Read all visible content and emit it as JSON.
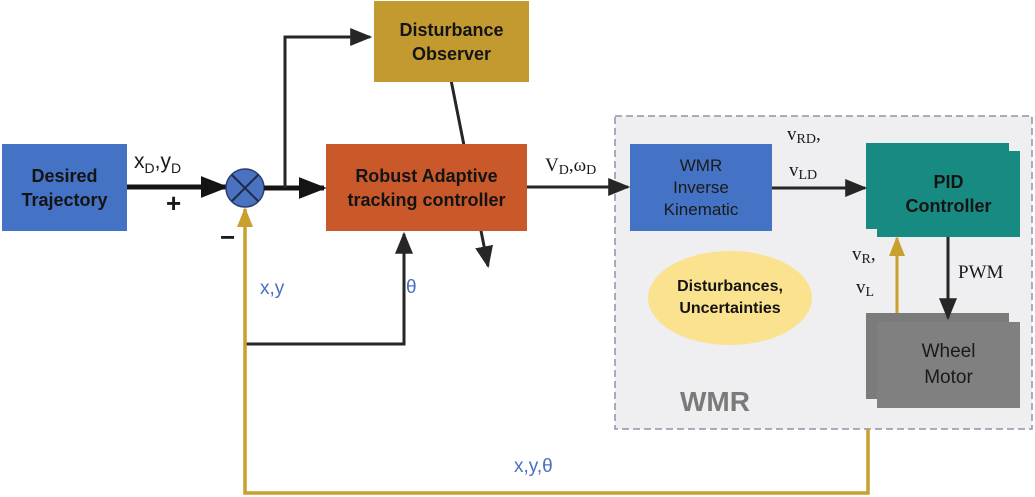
{
  "colors": {
    "desired_trajectory": "#4472c4",
    "disturbance_observer": "#c39a30",
    "controller": "#c9582a",
    "inverse_kinematic": "#4472c4",
    "pid": "#178a82",
    "motor": "#7f7f7f",
    "ellipse": "#fbe28e",
    "feedback": "#c9a02e",
    "signal": "#262626",
    "wmr_region": "#efeff1",
    "wmr_border": "#8a96a8",
    "blue_text": "#4a6fbf"
  },
  "blocks": {
    "desired_trajectory": {
      "line1": "Desired",
      "line2": "Trajectory"
    },
    "disturbance_observer": {
      "line1": "Disturbance",
      "line2": "Observer"
    },
    "controller": {
      "line1": "Robust Adaptive",
      "line2": "tracking controller"
    },
    "inverse_kinematic": {
      "line1": "WMR",
      "line2": "Inverse",
      "line3": "Kinematic"
    },
    "pid": {
      "line1": "PID",
      "line2": "Controller"
    },
    "motor": {
      "line1": "Wheel",
      "line2": "Motor"
    },
    "disturbances": {
      "line1": "Disturbances,",
      "line2": "Uncertainties"
    },
    "wmr_region_label": "WMR"
  },
  "signals": {
    "desired_xy": {
      "a": "x",
      "a_sub": "D",
      "sep": ",",
      "b": "y",
      "b_sub": "D"
    },
    "plus": "+",
    "minus": "−",
    "feedback_xy": "x,y",
    "feedback_theta": "θ",
    "feedback_xytheta": "x,y,θ",
    "controller_out": {
      "a": "V",
      "a_sub": "D",
      "sep": ",",
      "b": "ω",
      "b_sub": "D"
    },
    "wheel_ref_1": {
      "a": "v",
      "a_sub": "RD",
      "sep": ","
    },
    "wheel_ref_2": {
      "a": "v",
      "a_sub": "LD"
    },
    "wheel_fb_1": {
      "a": "v",
      "a_sub": "R",
      "sep": ","
    },
    "wheel_fb_2": {
      "a": "v",
      "a_sub": "L"
    },
    "pwm": "PWM"
  }
}
